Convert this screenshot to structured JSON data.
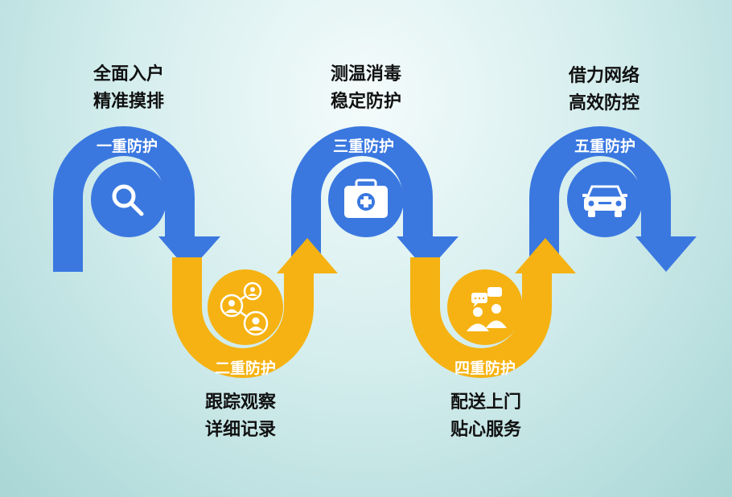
{
  "colors": {
    "blue": "#3a78e0",
    "yellow": "#f5b212",
    "text": "#111111",
    "label": "#ffffff"
  },
  "stages": [
    {
      "label": "一重防护",
      "icon": "search-icon",
      "color": "blue",
      "lines": [
        "全面入户",
        "精准摸排"
      ]
    },
    {
      "label": "二重防护",
      "icon": "people-network-icon",
      "color": "yellow",
      "lines": [
        "跟踪观察",
        "详细记录"
      ]
    },
    {
      "label": "三重防护",
      "icon": "medical-kit-icon",
      "color": "blue",
      "lines": [
        "测温消毒",
        "稳定防护"
      ]
    },
    {
      "label": "四重防护",
      "icon": "chat-people-icon",
      "color": "yellow",
      "lines": [
        "配送上门",
        "贴心服务"
      ]
    },
    {
      "label": "五重防护",
      "icon": "car-icon",
      "color": "blue",
      "lines": [
        "借力网络",
        "高效防控"
      ]
    }
  ]
}
